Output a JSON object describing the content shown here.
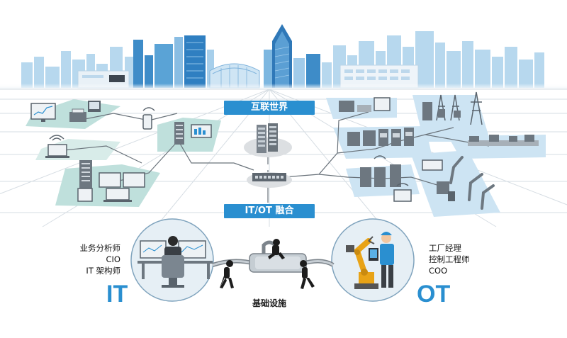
{
  "banners": {
    "internet_world": "互联世界",
    "it_ot_fusion": "IT/OT 融合"
  },
  "it": {
    "label": "IT",
    "roles": [
      "业务分析师",
      "CIO",
      "IT 架构师"
    ]
  },
  "ot": {
    "label": "OT",
    "roles": [
      "工厂经理",
      "控制工程师",
      "COO"
    ]
  },
  "infrastructure": {
    "label": "基础设施"
  },
  "colors": {
    "accent_blue": "#2a8fd0",
    "platform_teal": "#bfe0dc",
    "platform_blue": "#cde4f3",
    "skyline_blue": "#a9d0ea",
    "device_gray": "#6d7780"
  }
}
